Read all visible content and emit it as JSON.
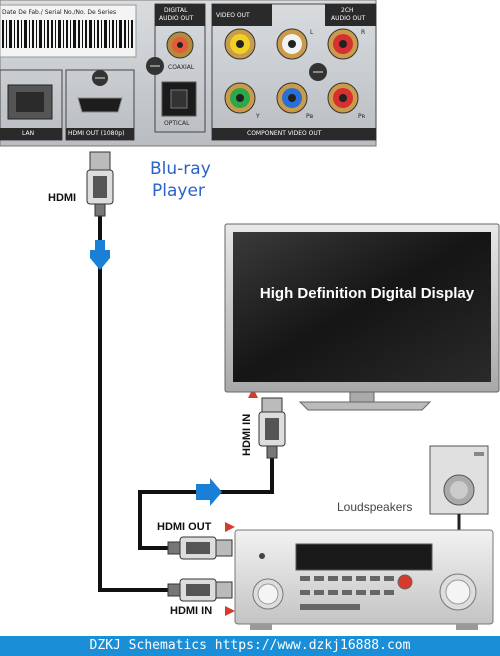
{
  "bluray": {
    "name_line1": "Blu-ray",
    "name_line2": "Player",
    "serial_text": "Date De Fab./ Serial No./No. De Series",
    "digital_audio_out_line1": "DIGITAL",
    "digital_audio_out_line2": "AUDIO OUT",
    "coaxial": "COAXIAL",
    "optical": "OPTICAL",
    "video_out": "VIDEO OUT",
    "audio_2ch_line1": "2CH",
    "audio_2ch_line2": "AUDIO OUT",
    "port_l_top": "L",
    "port_r_top": "R",
    "port_y": "Y",
    "port_pb": "Pʙ",
    "port_pr": "Pʀ",
    "component_video_out": "COMPONENT VIDEO OUT",
    "lan": "LAN",
    "hdmi_out_1080p": "HDMI OUT (1080p)"
  },
  "cable_labels": {
    "hdmi": "HDMI",
    "hdmi_in_tv": "HDMI IN",
    "receiver_hdmi_out": "HDMI OUT",
    "receiver_hdmi_in": "HDMI IN"
  },
  "display": {
    "title": "High Definition  Digital Display"
  },
  "speaker": {
    "label": "Loudspeakers"
  },
  "footer": {
    "text": "DZKJ Schematics https://www.dzkj16888.com"
  },
  "colors": {
    "arrow_blue": "#1a7fd6",
    "arrow_red": "#d63a2a",
    "bluray_text": "#2a63c8",
    "footer_bg": "#1a8fd8"
  }
}
